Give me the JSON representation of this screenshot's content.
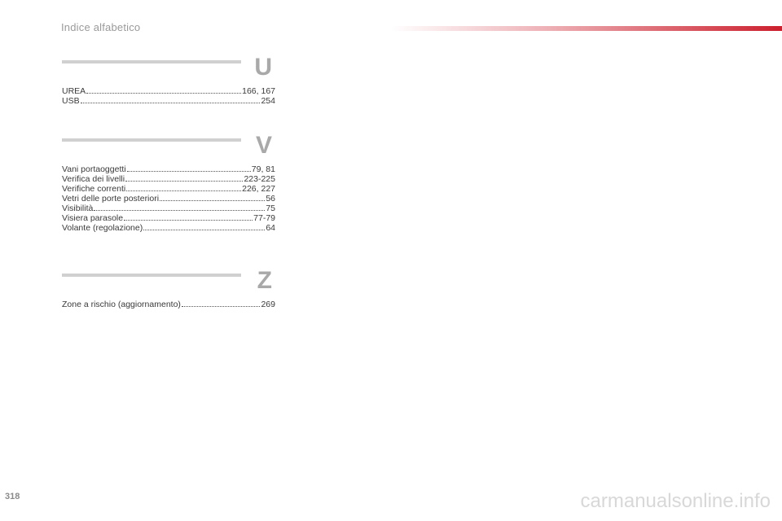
{
  "header": {
    "title": "Indice alfabetico"
  },
  "sections": [
    {
      "letter": "U",
      "entries": [
        {
          "term": "UREA",
          "pages": "166, 167"
        },
        {
          "term": "USB",
          "pages": "254"
        }
      ]
    },
    {
      "letter": "V",
      "entries": [
        {
          "term": "Vani portaoggetti",
          "pages": "79, 81"
        },
        {
          "term": "Verifica dei livelli",
          "pages": "223-225"
        },
        {
          "term": "Verifiche correnti",
          "pages": "226, 227"
        },
        {
          "term": "Vetri delle porte posteriori",
          "pages": "56"
        },
        {
          "term": "Visibilità",
          "pages": "75"
        },
        {
          "term": "Visiera parasole",
          "pages": "77-79"
        },
        {
          "term": "Volante (regolazione)",
          "pages": "64"
        }
      ]
    },
    {
      "letter": "Z",
      "entries": [
        {
          "term": "Zone a rischio (aggiornamento)",
          "pages": "269"
        }
      ]
    }
  ],
  "footer": {
    "page_number": "318",
    "watermark": "carmanualsonline.info"
  },
  "colors": {
    "accent": "#cc1f2d",
    "rule": "#d0d0d0",
    "letter": "#a9a9a9"
  }
}
